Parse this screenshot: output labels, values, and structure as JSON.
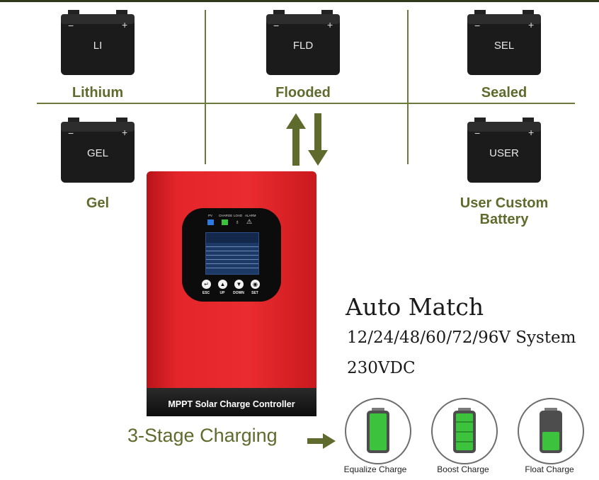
{
  "batteries": [
    {
      "code": "LI",
      "name": "Lithium"
    },
    {
      "code": "FLD",
      "name": "Flooded"
    },
    {
      "code": "SEL",
      "name": "Sealed"
    },
    {
      "code": "GEL",
      "name": "Gel"
    },
    {
      "code": "USER",
      "name_line1": "User Custom",
      "name_line2": "Battery"
    }
  ],
  "battery_symbols": {
    "minus": "−",
    "plus": "+"
  },
  "controller": {
    "base_label": "MPPT Solar Charge Controller",
    "status": [
      "PV",
      "CHARGE",
      "LOAD",
      "ALARM"
    ],
    "buttons": [
      "ESC",
      "UP",
      "DOWN",
      "SET"
    ]
  },
  "features": {
    "headline": "Auto Match",
    "systems": "12/24/48/60/72/96V System",
    "voltage": "230VDC"
  },
  "charging": {
    "title": "3-Stage Charging",
    "stages": [
      "Equalize Charge",
      "Boost Charge",
      "Float Charge"
    ],
    "fill_levels": [
      1.0,
      1.0,
      0.5
    ]
  },
  "colors": {
    "accent": "#5e6b2d",
    "controller_red": "#e4262b",
    "charge_green": "#3cc23c"
  }
}
